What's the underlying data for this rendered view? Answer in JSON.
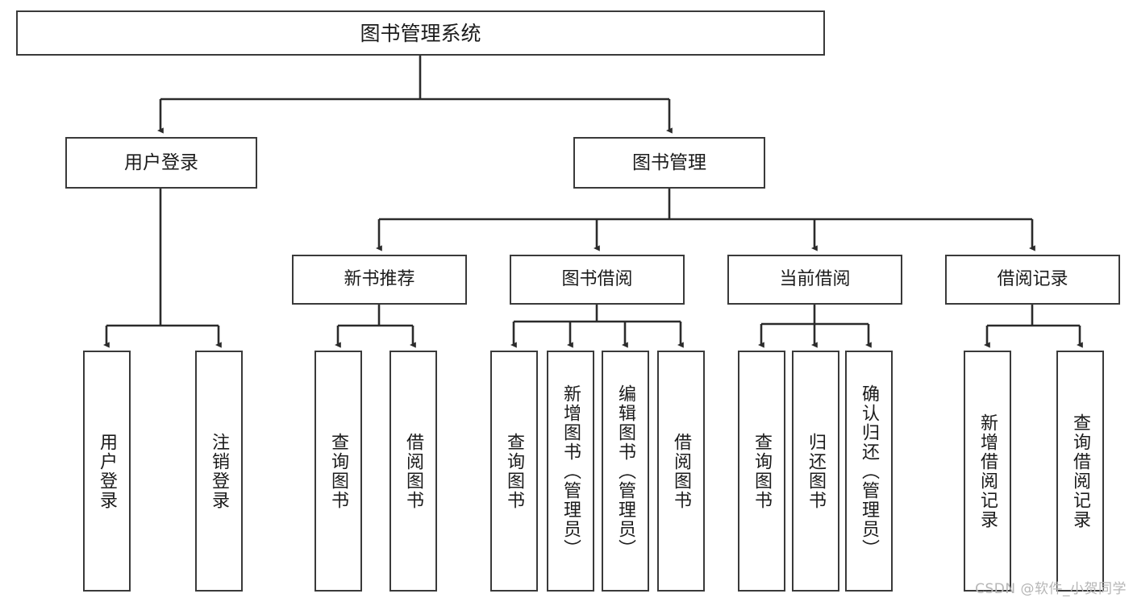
{
  "diagram": {
    "title": "图书管理系统",
    "type": "tree-hierarchy-diagram",
    "colors": {
      "box_border": "#3a3a3a",
      "box_fill": "#ffffff",
      "connector": "#2b2b2b",
      "text": "#1b1b1b",
      "watermark": "#b6b6b6"
    },
    "root": {
      "label": "图书管理系统"
    },
    "level2": [
      {
        "label": "用户登录"
      },
      {
        "label": "图书管理"
      }
    ],
    "level3": [
      {
        "label": "新书推荐"
      },
      {
        "label": "图书借阅"
      },
      {
        "label": "当前借阅"
      },
      {
        "label": "借阅记录"
      }
    ],
    "leaves": {
      "user_login": [
        {
          "label": "用户登录"
        },
        {
          "label": "注销登录"
        }
      ],
      "new_book_recommend": [
        {
          "label": "查询图书"
        },
        {
          "label": "借阅图书"
        }
      ],
      "book_borrow": [
        {
          "label": "查询图书"
        },
        {
          "label": "新增图书（管理员）"
        },
        {
          "label": "编辑图书（管理员）"
        },
        {
          "label": "借阅图书"
        }
      ],
      "current_borrow": [
        {
          "label": "查询图书"
        },
        {
          "label": "归还图书"
        },
        {
          "label": "确认归还（管理员）"
        }
      ],
      "borrow_records": [
        {
          "label": "新增借阅记录"
        },
        {
          "label": "查询借阅记录"
        }
      ]
    },
    "watermark": "CSDN @软件_小贺同学"
  }
}
